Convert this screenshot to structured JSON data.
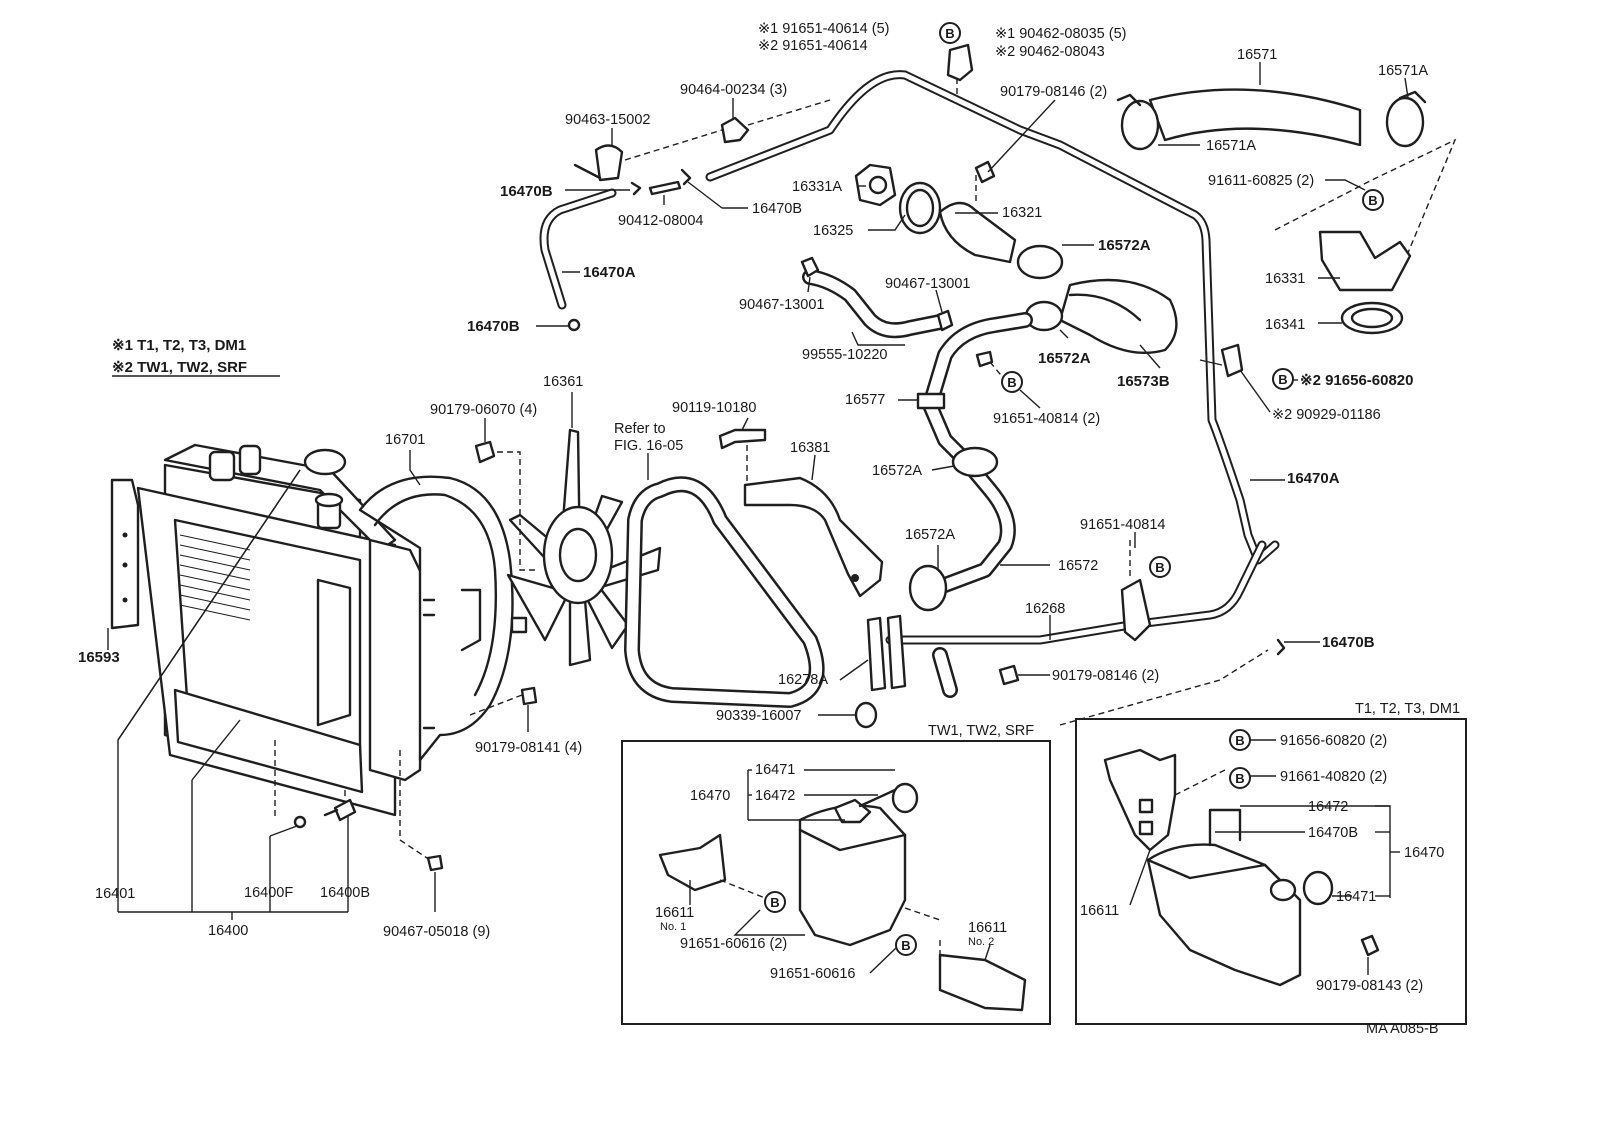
{
  "legend": {
    "note1": "※1 T1, T2, T3, DM1",
    "note2": "※2 TW1, TW2, SRF"
  },
  "diagram_code": "MA A085-B",
  "bolt_symbol": "B",
  "boxes": {
    "left_title": "TW1, TW2, SRF",
    "right_title": "T1, T2, T3, DM1"
  },
  "labels": {
    "top_a1": "※1 91651-40614 (5)",
    "top_a2": "※2 91651-40614",
    "top_b1": "※1 90462-08035 (5)",
    "top_b2": "※2 90462-08043",
    "p16571": "16571",
    "p16571A_top": "16571A",
    "p16571A_mid": "16571A",
    "p90464": "90464-00234 (3)",
    "p90463": "90463-15002",
    "p90179_08146_top": "90179-08146 (2)",
    "p16470B_1": "16470B",
    "p16470B_2": "16470B",
    "p90412": "90412-08004",
    "p16331A": "16331A",
    "p16321": "16321",
    "p16325": "16325",
    "p16572A_1": "16572A",
    "p91611": "91611-60825 (2)",
    "p16470A_1": "16470A",
    "p16331": "16331",
    "p16341": "16341",
    "p90467_13001_a": "90467-13001",
    "p90467_13001_b": "90467-13001",
    "p99555": "99555-10220",
    "p16572A_2": "16572A",
    "p16573B": "16573B",
    "p16470B_3": "16470B",
    "p91656_top": "※2 91656-60820",
    "p90929": "※2 90929-01186",
    "p16361": "16361",
    "p16701": "16701",
    "p90179_06070": "90179-06070 (4)",
    "refer1": "Refer to",
    "refer2": "FIG. 16-05",
    "p90119": "90119-10180",
    "p16381": "16381",
    "p16577": "16577",
    "p91651_40814_2": "91651-40814 (2)",
    "p16572A_3": "16572A",
    "p16470A_2": "16470A",
    "p16593": "16593",
    "p16572A_4": "16572A",
    "p91651_40814": "91651-40814",
    "p16572": "16572",
    "p16268": "16268",
    "p16470B_4": "16470B",
    "p16278A": "16278A",
    "p90179_08146_bot": "90179-08146 (2)",
    "p90339": "90339-16007",
    "p90179_08141": "90179-08141 (4)",
    "p16401": "16401",
    "p16400F": "16400F",
    "p16400B": "16400B",
    "p16400": "16400",
    "p90467_05018": "90467-05018 (9)"
  },
  "left_box": {
    "p16471": "16471",
    "p16470": "16470",
    "p16472": "16472",
    "p16611": "16611",
    "no1": "No. 1",
    "p91651_60616_a": "91651-60616 (2)",
    "p91651_60616_b": "91651-60616",
    "p16611_2": "16611",
    "no2": "No. 2"
  },
  "right_box": {
    "p91656": "91656-60820 (2)",
    "p91661": "91661-40820 (2)",
    "p16472": "16472",
    "p16470B": "16470B",
    "p16470": "16470",
    "p16471": "16471",
    "p16611": "16611",
    "p90179_08143": "90179-08143 (2)"
  }
}
